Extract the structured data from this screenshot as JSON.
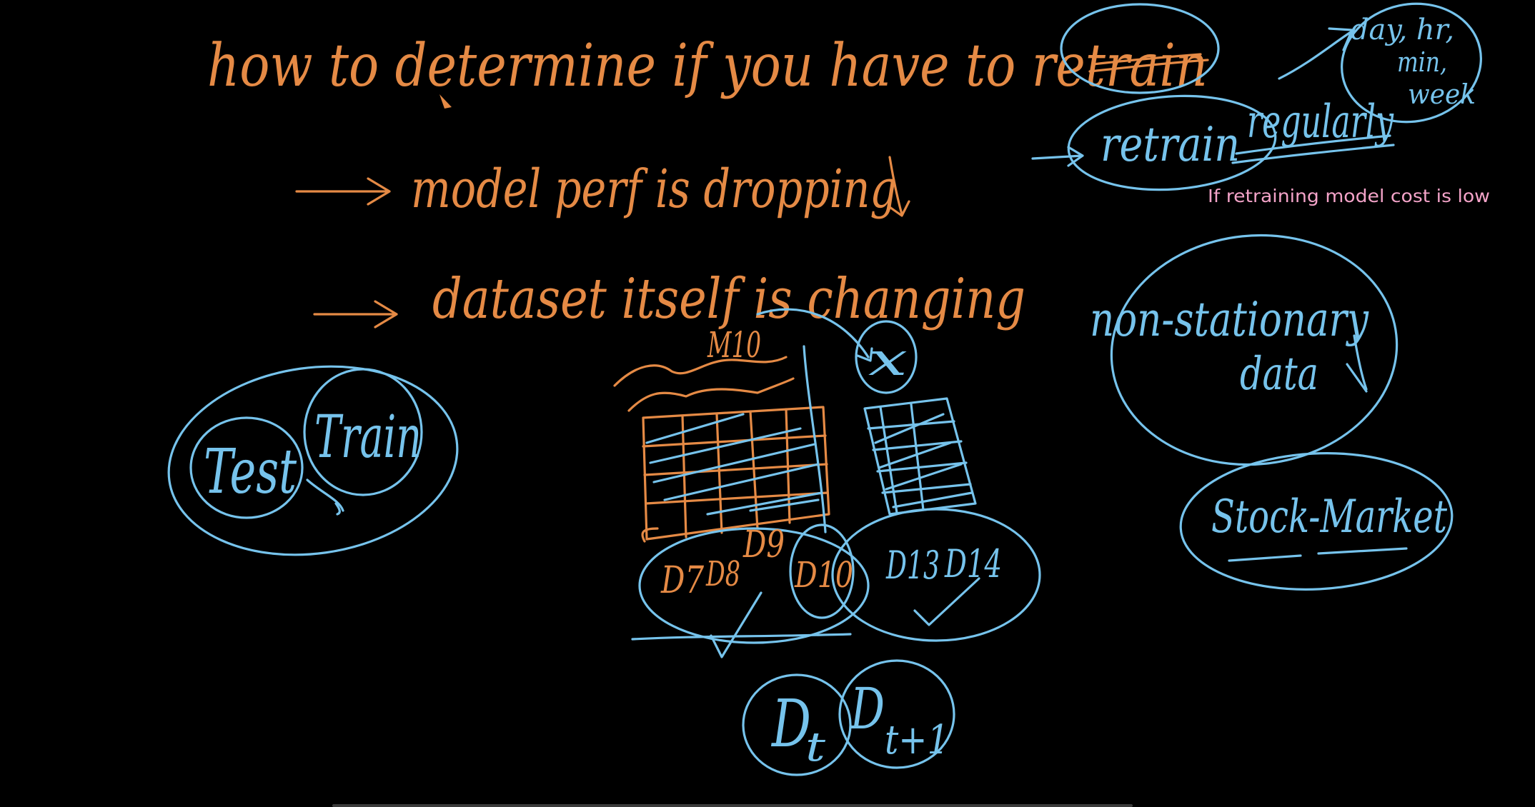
{
  "headline": "how to determine if you have to retrain",
  "reasons": [
    "model perf is dropping",
    "dataset itself is changing"
  ],
  "retrain_word": "retrain",
  "retrain_regularly": {
    "word1": "retrain",
    "word2": "regularly"
  },
  "frequency": [
    "day, hr,",
    "min,",
    "week"
  ],
  "typed_note": "If retraining model cost is low",
  "split_labels": [
    "Test",
    "Train"
  ],
  "model_label": "M10",
  "x_label": "x",
  "day_labels": {
    "d7": "D7",
    "d8": "D8",
    "d9": "D9",
    "d10": "D10",
    "d13": "D13",
    "d14": "D14"
  },
  "time_labels": {
    "d": "D",
    "t": "t",
    "t1": "t+1"
  },
  "non_stationary": [
    "non-stationary",
    "data"
  ],
  "stock_market": "Stock-Market",
  "colors": {
    "orange_ink": "#e58a45",
    "blue_ink": "#76c3ec",
    "typed_note": "#f3a3c8",
    "background": "#000000"
  }
}
